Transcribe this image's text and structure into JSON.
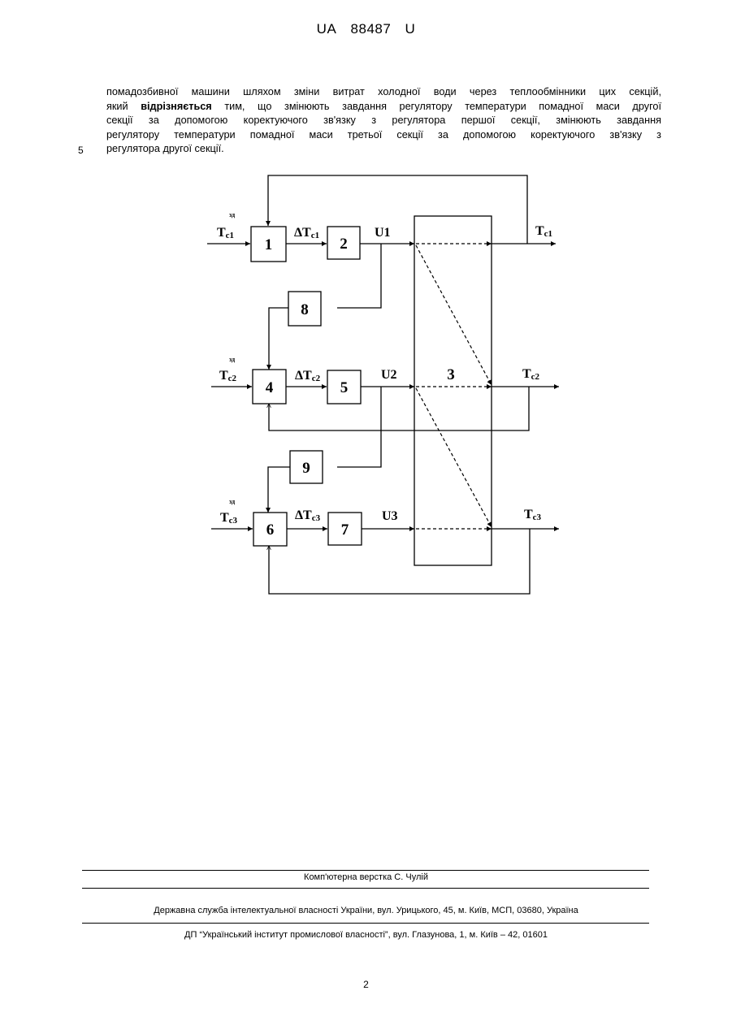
{
  "header": {
    "office": "UA",
    "number": "88487",
    "kind": "U"
  },
  "paragraph": {
    "lines": [
      [
        "помадозбивної машини шляхом зміни витрат холодної води через теплообмінники цих секцій,"
      ],
      [
        "який ",
        "відрізняється",
        " тим, що змінюють завдання регулятору температури помадної маси другої"
      ],
      [
        "секції за допомогою коректуючого зв'язку з регулятора першої секції, змінюють завдання"
      ],
      [
        "регулятору температури помадної маси третьої секції за допомогою коректуючого зв'язку з"
      ],
      [
        "регулятора другої секції."
      ]
    ],
    "line_number": "5"
  },
  "diagram": {
    "blocks": {
      "b1": "1",
      "b2": "2",
      "b3": "3",
      "b4": "4",
      "b5": "5",
      "b6": "6",
      "b7": "7",
      "b8": "8",
      "b9": "9"
    },
    "signals": {
      "u1": "U1",
      "u2": "U2",
      "u3": "U3",
      "tc1_base": "T",
      "tc1_sub": "c1",
      "tc1_sup": "зд",
      "tc2_base": "T",
      "tc2_sub": "c2",
      "tc2_sup": "зд",
      "tc3_base": "T",
      "tc3_sub": "c3",
      "tc3_sup": "зд",
      "dtc1_base": "ΔT",
      "dtc1_sub": "c1",
      "dtc2_base": "ΔT",
      "dtc2_sub": "c2",
      "dtc3_base": "ΔT",
      "dtc3_sub": "c3",
      "out1_base": "T",
      "out1_sub": "c1",
      "out2_base": "T",
      "out2_sub": "c2",
      "out3_base": "T",
      "out3_sub": "c3"
    }
  },
  "footer": {
    "layout_credit": "Комп'ютерна верстка С. Чулій",
    "agency": "Державна служба інтелектуальної власності України, вул. Урицького, 45, м. Київ, МСП, 03680, Україна",
    "institute": "ДП “Український інститут промислової власності”, вул. Глазунова, 1, м. Київ – 42, 01601"
  },
  "page_number": "2"
}
